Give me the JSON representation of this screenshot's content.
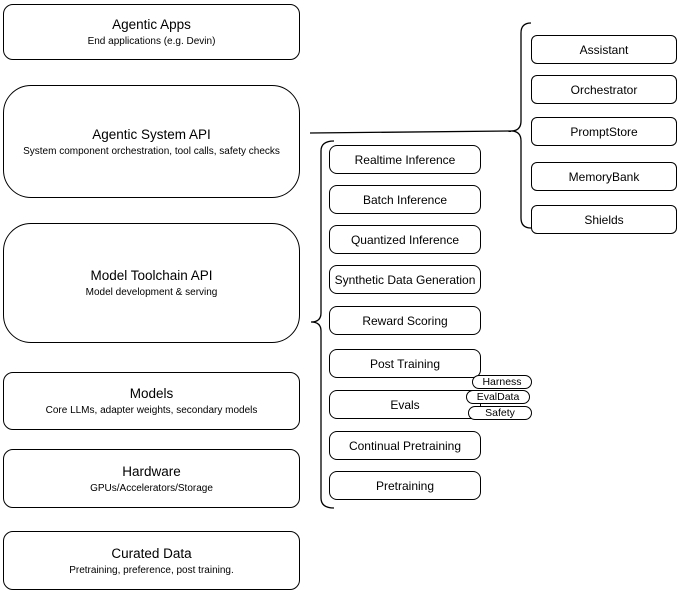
{
  "colors": {
    "stroke": "#000000",
    "fill": "#ffffff",
    "text": "#000000"
  },
  "left_column": [
    {
      "title": "Agentic Apps",
      "subtitle": "End applications (e.g. Devin)"
    },
    {
      "title": "Agentic System API",
      "subtitle": "System component orchestration, tool calls, safety checks"
    },
    {
      "title": "Model Toolchain API",
      "subtitle": "Model development & serving"
    },
    {
      "title": "Models",
      "subtitle": "Core LLMs, adapter weights, secondary models"
    },
    {
      "title": "Hardware",
      "subtitle": "GPUs/Accelerators/Storage"
    },
    {
      "title": "Curated Data",
      "subtitle": "Pretraining, preference, post training."
    }
  ],
  "toolchain_api_components": [
    "Realtime Inference",
    "Batch Inference",
    "Quantized Inference",
    "Synthetic Data Generation",
    "Reward Scoring",
    "Post Training",
    "Evals",
    "Continual Pretraining",
    "Pretraining"
  ],
  "evals_tags": [
    "Harness",
    "EvalData",
    "Safety"
  ],
  "system_api_components": [
    "Assistant",
    "Orchestrator",
    "PromptStore",
    "MemoryBank",
    "Shields"
  ]
}
